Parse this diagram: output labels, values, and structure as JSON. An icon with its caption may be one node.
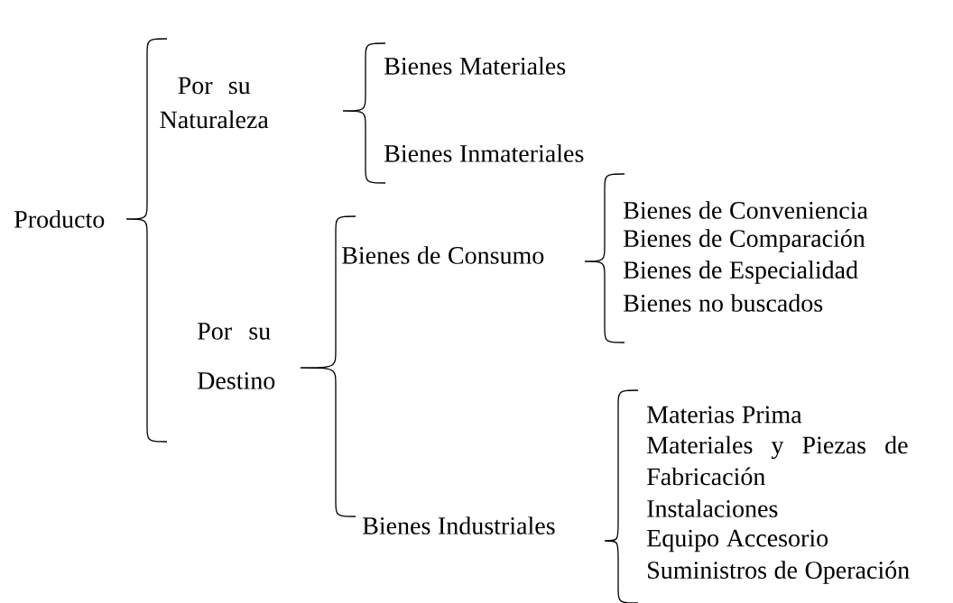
{
  "diagram": {
    "nodes": [
      {
        "text": [
          "Producto"
        ]
      },
      {
        "text": [
          "Por su Naturaleza"
        ]
      },
      {
        "text": [
          "Bienes Materiales"
        ]
      },
      {
        "text": [
          "Bienes Inmateriales"
        ]
      },
      {
        "text": [
          "Por su Destino"
        ]
      },
      {
        "text": [
          "Bienes de Consumo"
        ]
      },
      {
        "text": [
          "Bienes de Conveniencia"
        ]
      },
      {
        "text": [
          "Bienes de Comparación"
        ]
      },
      {
        "text": [
          "Bienes de Especialidad"
        ]
      },
      {
        "text": [
          "Bienes no buscados"
        ]
      },
      {
        "text": [
          "Bienes Industriales"
        ]
      },
      {
        "text": [
          "Materias Prima"
        ]
      },
      {
        "text": [
          "Materiales y Piezas de Fabricación"
        ]
      },
      {
        "text": [
          "Instalaciones"
        ]
      },
      {
        "text": [
          "Equipo Accesorio"
        ]
      },
      {
        "text": [
          "Suministros de Operación"
        ]
      }
    ]
  }
}
